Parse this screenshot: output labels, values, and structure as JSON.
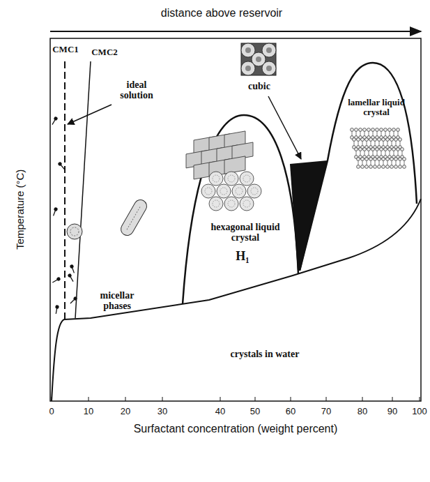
{
  "diagram": {
    "labels": [
      "distance above reservoir",
      "CMC1",
      "CMC2",
      "ideal solution",
      "cubic",
      "lamellar liquid crystal",
      "hexagonal liquid crystal",
      "H₁",
      "micellar phases",
      "crystals in water",
      "Temperature (°C)",
      "Surfactant concentration (weight percent)",
      "0",
      "10",
      "20",
      "30",
      "40",
      "50",
      "60",
      "70",
      "80",
      "90",
      "100"
    ]
  }
}
